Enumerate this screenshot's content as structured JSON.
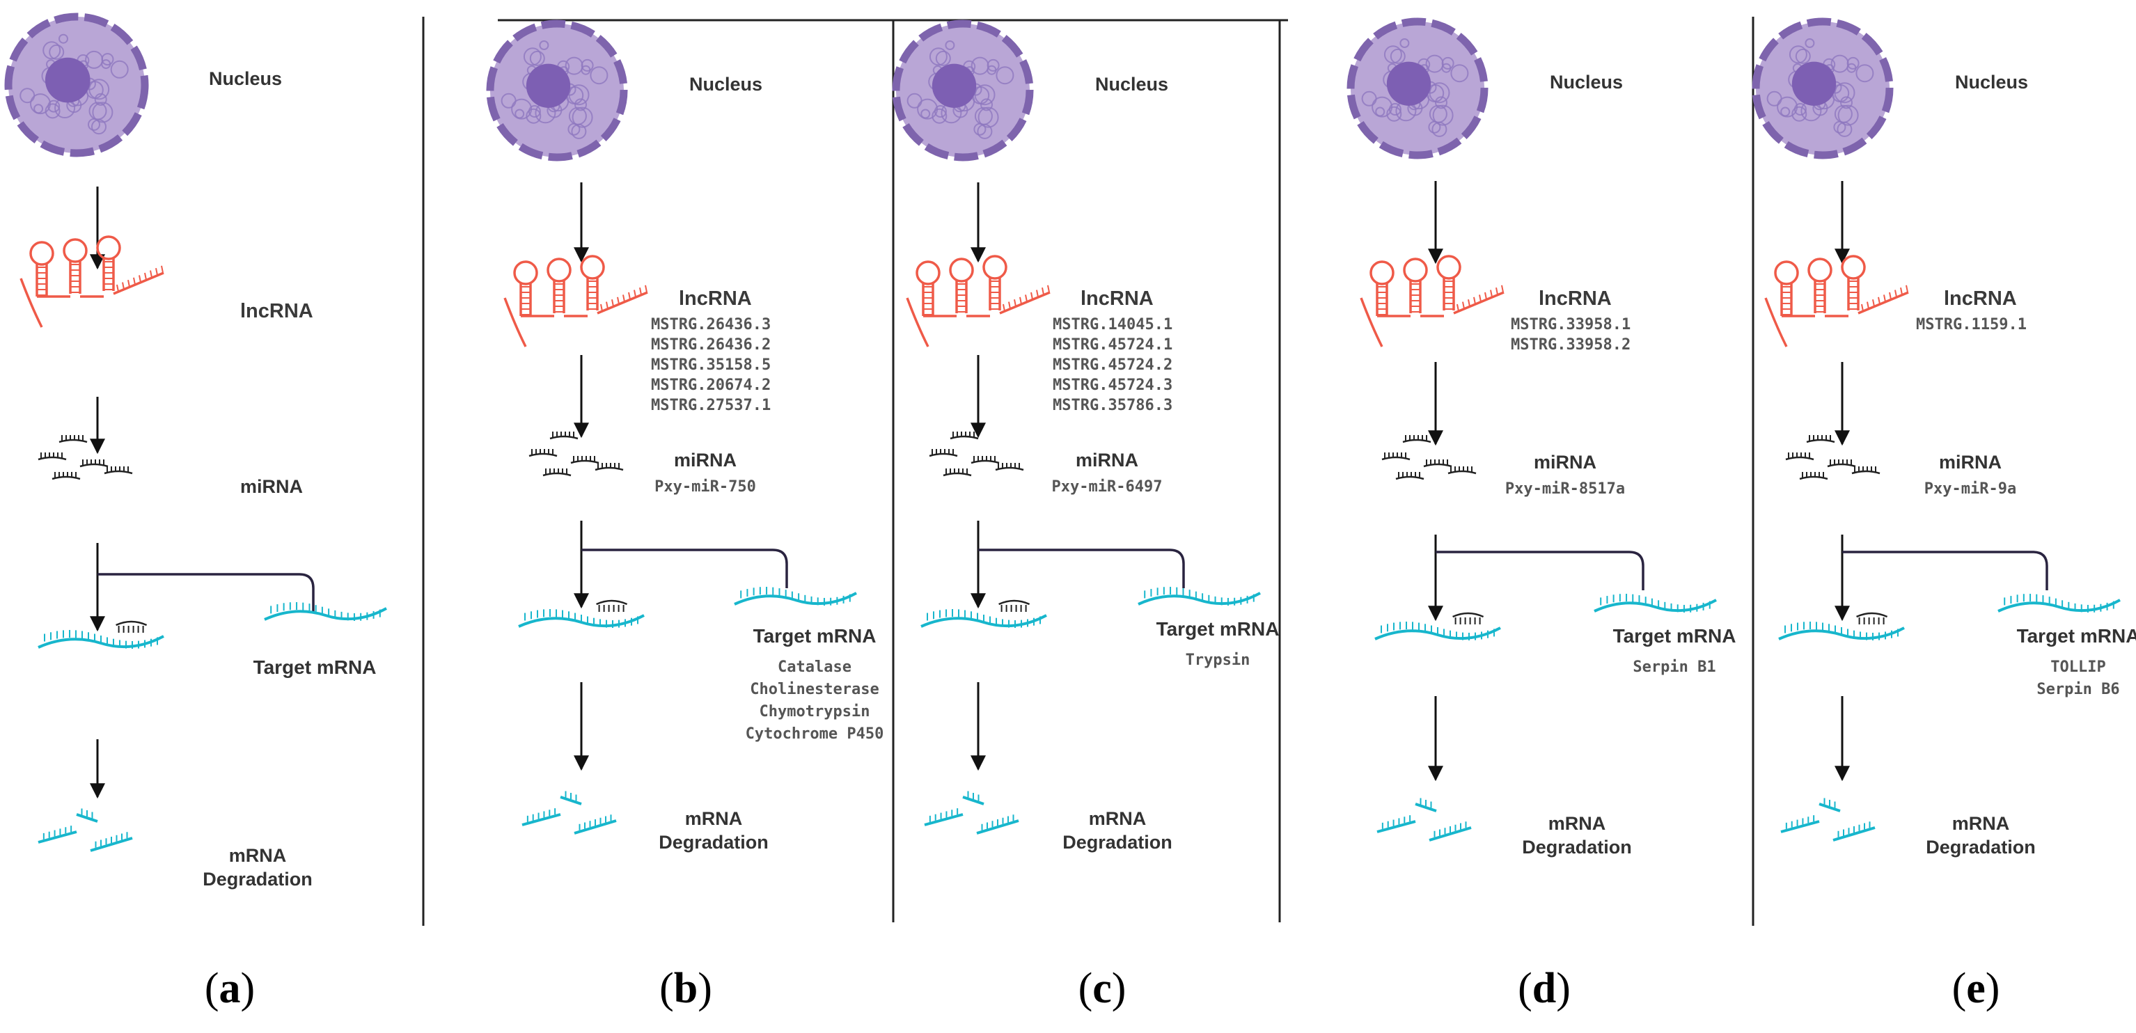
{
  "panels": [
    {
      "nucleus": "Nucleus",
      "lncrna": "lncRNA",
      "lncrna_ids": [],
      "mirna": "miRNA",
      "mirna_id": "",
      "target": "Target mRNA",
      "target_genes": [],
      "degradation": [
        "mRNA",
        "Degradation"
      ],
      "caption": [
        "(",
        "a",
        ")"
      ]
    },
    {
      "nucleus": "Nucleus",
      "lncrna": "lncRNA",
      "lncrna_ids": [
        "MSTRG.26436.3",
        "MSTRG.26436.2",
        "MSTRG.35158.5",
        "MSTRG.20674.2",
        "MSTRG.27537.1"
      ],
      "mirna": "miRNA",
      "mirna_id": "Pxy-miR-750",
      "target": "Target mRNA",
      "target_genes": [
        "Catalase",
        "Cholinesterase",
        "Chymotrypsin",
        "Cytochrome P450"
      ],
      "degradation": [
        "mRNA",
        "Degradation"
      ],
      "caption": [
        "(",
        "b",
        ")"
      ]
    },
    {
      "nucleus": "Nucleus",
      "lncrna": "lncRNA",
      "lncrna_ids": [
        "MSTRG.14045.1",
        "MSTRG.45724.1",
        "MSTRG.45724.2",
        "MSTRG.45724.3",
        "MSTRG.35786.3"
      ],
      "mirna": "miRNA",
      "mirna_id": "Pxy-miR-6497",
      "target": "Target mRNA",
      "target_genes": [
        "Trypsin"
      ],
      "degradation": [
        "mRNA",
        "Degradation"
      ],
      "caption": [
        "(",
        "c",
        ")"
      ]
    },
    {
      "nucleus": "Nucleus",
      "lncrna": "lncRNA",
      "lncrna_ids": [
        "MSTRG.33958.1",
        "MSTRG.33958.2"
      ],
      "mirna": "miRNA",
      "mirna_id": "Pxy-miR-8517a",
      "target": "Target mRNA",
      "target_genes": [
        "Serpin B1"
      ],
      "degradation": [
        "mRNA",
        "Degradation"
      ],
      "caption": [
        "(",
        "d",
        ")"
      ]
    },
    {
      "nucleus": "Nucleus",
      "lncrna": "lncRNA",
      "lncrna_ids": [
        "MSTRG.1159.1"
      ],
      "mirna": "miRNA",
      "mirna_id": "Pxy-miR-9a",
      "target": "Target mRNA",
      "target_genes": [
        "TOLLIP",
        "Serpin B6"
      ],
      "degradation": [
        "mRNA",
        "Degradation"
      ],
      "caption": [
        "(",
        "e",
        ")"
      ]
    }
  ],
  "colors": {
    "nucleus_fill": "#b9a6d6",
    "nucleus_ring": "#7e64ad",
    "nucleolus": "#7d5fb3",
    "lncrna": "#ef5a48",
    "mrna": "#17b6cc",
    "arrow": "#111111",
    "branch": "#2a2440",
    "divider": "#222222"
  }
}
